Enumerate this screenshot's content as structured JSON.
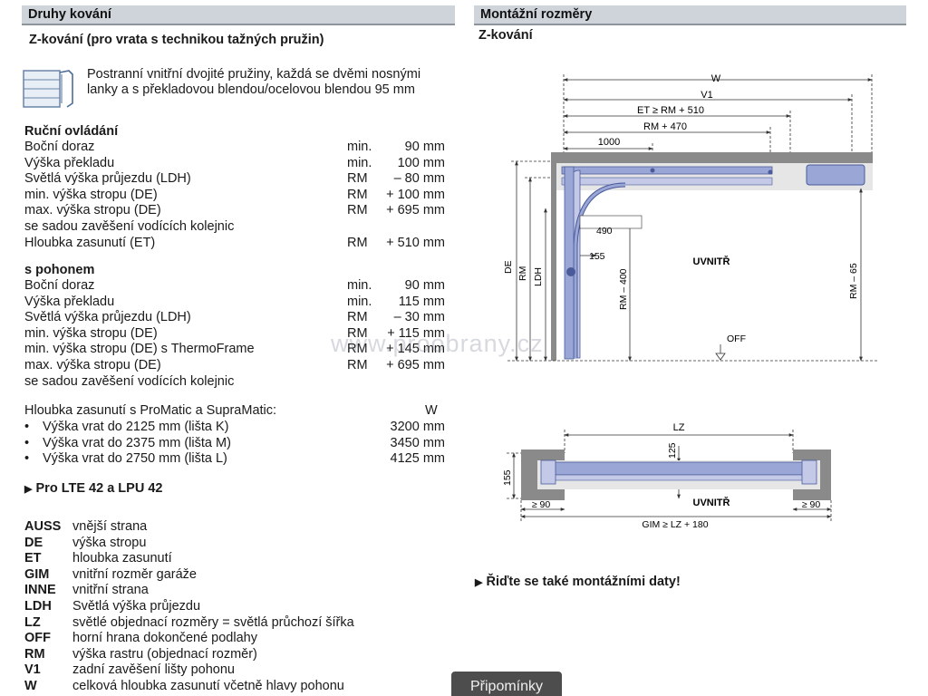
{
  "left": {
    "header": "Druhy kování",
    "subheader": "Z-kování (pro vrata s technikou tažných pružin)",
    "intro": "Postranní vnitřní dvojité pružiny, každá se dvěmi nosnými lanky a s překladovou blendou/ocelovou blendou 95 mm",
    "manual": {
      "title": "Ruční ovládání",
      "rows": [
        {
          "label": "Boční doraz",
          "q": "min.",
          "v": "90 mm"
        },
        {
          "label": "Výška překladu",
          "q": "min.",
          "v": "100 mm"
        },
        {
          "label": "Světlá výška průjezdu (LDH)",
          "q": "RM",
          "v": "– 80 mm"
        },
        {
          "label": "min. výška stropu (DE)",
          "q": "RM",
          "v": "+ 100 mm"
        },
        {
          "label": "max. výška stropu (DE)",
          "q": "RM",
          "v": "+ 695 mm"
        },
        {
          "label": "se sadou zavěšení vodících kolejnic",
          "q": "",
          "v": ""
        },
        {
          "label": "Hloubka zasunutí (ET)",
          "q": "RM",
          "v": "+ 510 mm"
        }
      ]
    },
    "motor": {
      "title": "s pohonem",
      "rows": [
        {
          "label": "Boční doraz",
          "q": "min.",
          "v": "90 mm"
        },
        {
          "label": "Výška překladu",
          "q": "min.",
          "v": "115 mm"
        },
        {
          "label": "Světlá výška průjezdu (LDH)",
          "q": "RM",
          "v": "– 30 mm"
        },
        {
          "label": "min. výška stropu (DE)",
          "q": "RM",
          "v": "+ 115 mm"
        },
        {
          "label": "min. výška stropu (DE) s ThermoFrame",
          "q": "RM",
          "v": "+ 145 mm"
        },
        {
          "label": "max. výška stropu (DE)",
          "q": "RM",
          "v": "+ 695 mm"
        },
        {
          "label": "se sadou zavěšení vodících kolejnic",
          "q": "",
          "v": ""
        }
      ]
    },
    "insertion": {
      "label": "Hloubka zasunutí s ProMatic a SupraMatic:",
      "col_header": "W",
      "items": [
        {
          "label": "Výška vrat do 2125 mm (lišta K)",
          "v": "3200 mm"
        },
        {
          "label": "Výška vrat do 2375 mm (lišta M)",
          "v": "3450 mm"
        },
        {
          "label": "Výška vrat do 2750 mm (lišta L)",
          "v": "4125 mm"
        }
      ]
    },
    "link": "Pro LTE 42 a LPU 42",
    "legend": [
      {
        "abbr": "AUSS",
        "desc": "vnější strana"
      },
      {
        "abbr": "DE",
        "desc": "výška stropu"
      },
      {
        "abbr": "ET",
        "desc": "hloubka zasunutí"
      },
      {
        "abbr": "GIM",
        "desc": "vnitřní rozměr garáže"
      },
      {
        "abbr": "INNE",
        "desc": "vnitřní strana"
      },
      {
        "abbr": "LDH",
        "desc": "Světlá výška průjezdu"
      },
      {
        "abbr": "LZ",
        "desc": "světlé objednací rozměry = světlá průchozí šířka"
      },
      {
        "abbr": "OFF",
        "desc": "horní hrana dokončené podlahy"
      },
      {
        "abbr": "RM",
        "desc": "výška rastru (objednací rozměr)"
      },
      {
        "abbr": "V1",
        "desc": "zadní zavěšení lišty pohonu"
      },
      {
        "abbr": "W",
        "desc": "celková hloubka zasunutí včetně hlavy pohonu"
      }
    ]
  },
  "right": {
    "header": "Montážní rozměry",
    "subheader": "Z-kování",
    "side_view": {
      "W": "W",
      "V1": "V1",
      "ET": "ET ≥ RM + 510",
      "RM470": "RM + 470",
      "d1000": "1000",
      "d490": "490",
      "d155": "155",
      "DE": "DE",
      "RM": "RM",
      "LDH": "LDH",
      "RM400": "RM – 400",
      "RM65": "RM – 65",
      "uvnitr": "UVNITŘ",
      "off": "OFF"
    },
    "top_view": {
      "LZ": "LZ",
      "d125": "125",
      "d155": "155",
      "uvnitr": "UVNITŘ",
      "ge90l": "≥ 90",
      "ge90r": "≥ 90",
      "gim": "GIM ≥ LZ + 180"
    },
    "link": "Řiďte se také montážními daty!"
  },
  "watermark": "www.proobrany.cz",
  "feedback_button": "Připomínky",
  "colors": {
    "header_bg": "#cfd4db",
    "door_blue": "#9aa6d6",
    "wall_gray": "#8a8a8a",
    "button_bg": "#4d4d4d"
  }
}
